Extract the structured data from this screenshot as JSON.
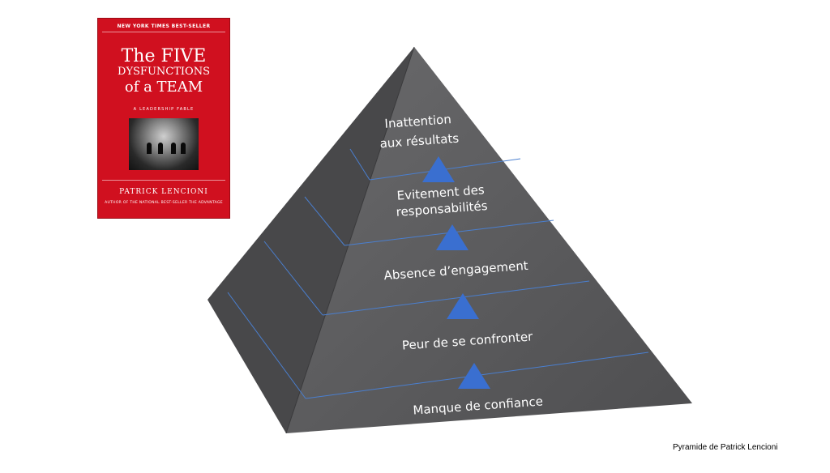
{
  "book": {
    "top_banner": "NEW YORK TIMES BEST-SELLER",
    "title_line1": "The FIVE",
    "title_line2": "DYSFUNCTIONS",
    "title_line3": "of a TEAM",
    "subtitle": "A LEADERSHIP FABLE",
    "author": "PATRICK LENCIONI",
    "author_note": "AUTHOR OF THE NATIONAL BEST-SELLER THE ADVANTAGE",
    "cover_color": "#d0101f"
  },
  "pyramid": {
    "face_color": "#5a5a5c",
    "side_color": "#48484a",
    "divider_color": "#4a7fd0",
    "arrow_color": "#3a6fd0",
    "levels": [
      {
        "line1": "Inattention",
        "line2": "aux résultats"
      },
      {
        "line1": "Evitement des",
        "line2": "responsabilités"
      },
      {
        "line1": "Absence d’engagement",
        "line2": ""
      },
      {
        "line1": "Peur de se confronter",
        "line2": ""
      },
      {
        "line1": "Manque de confiance",
        "line2": ""
      }
    ]
  },
  "caption": "Pyramide de Patrick Lencioni"
}
